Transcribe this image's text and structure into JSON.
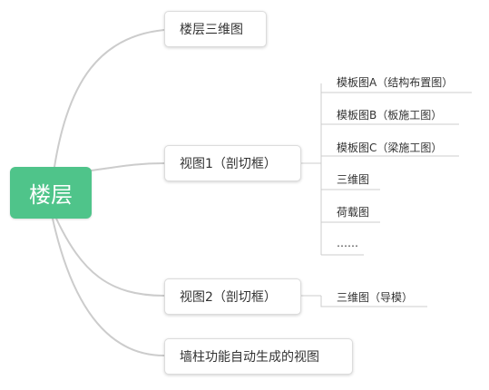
{
  "root": {
    "label": "楼层"
  },
  "branches": [
    {
      "label": "楼层三维图",
      "children": []
    },
    {
      "label": "视图1（剖切框）",
      "children": [
        "模板图A（结构布置图）",
        "模板图B（板施工图）",
        "模板图C（梁施工图）",
        "三维图",
        "荷载图",
        "……"
      ]
    },
    {
      "label": "视图2（剖切框）",
      "children": [
        "三维图（导模）"
      ]
    },
    {
      "label": "墙柱功能自动生成的视图",
      "children": []
    }
  ],
  "colors": {
    "root_bg": "#4fc48a",
    "line": "#cccccc"
  }
}
